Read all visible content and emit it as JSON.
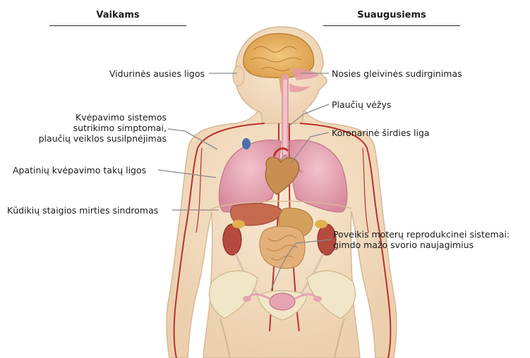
{
  "headers": {
    "left": "Vaikams",
    "right": "Suaugusiems"
  },
  "labels_left": {
    "ear": "Vidurinės ausies ligos",
    "resp_line1": "Kvėpavimo sistemos",
    "resp_line2": "sutrikimo simptomai,",
    "resp_line3": "plaučių veiklos susilpnėjimas",
    "lower_resp": "Apatinių kvėpavimo takų ligos",
    "sids": "Kūdikių staigios mirties sindromas"
  },
  "labels_right": {
    "nose": "Nosies gleivinės sudirginimas",
    "lung_cancer": "Plaučių vėžys",
    "heart": "Koronarinė širdies liga",
    "repro_line1": "Poveikis moterų reprodukcinei sistemai:",
    "repro_line2": "gimdo mažo svorio naujagimius"
  },
  "colors": {
    "skin": "#f3dcc0",
    "skin_edge": "#d9b894",
    "lung": "#e8a9b8",
    "vessel": "#b8322e",
    "organ_red": "#b54a3e",
    "organ_tan": "#d9a863",
    "bone": "#f1e6c8",
    "leader": "#8a8a8a"
  }
}
